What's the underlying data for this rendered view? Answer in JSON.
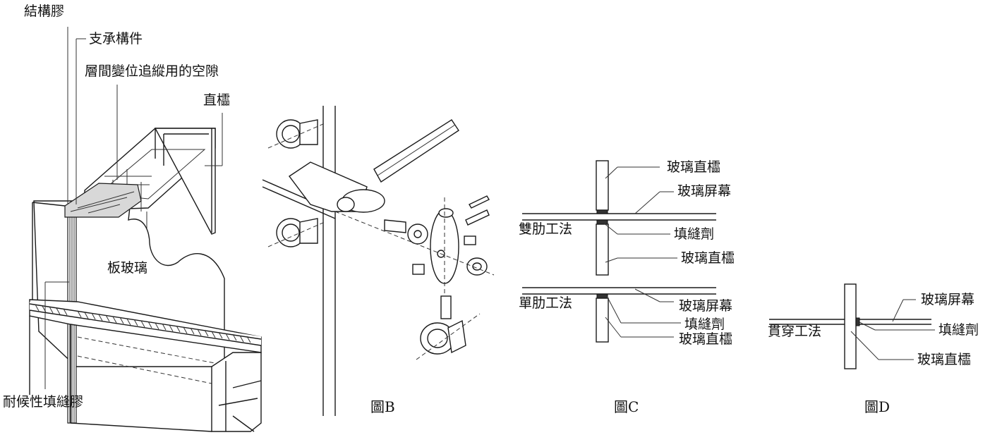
{
  "figure_a": {
    "labels": {
      "structural_sealant": "結構膠",
      "support_member": "支承構件",
      "interstory_gap": "層間變位追縱用的空隙",
      "mullion": "直櫺",
      "plate_glass": "板玻璃",
      "weather_sealant": "耐候性填縫膠"
    }
  },
  "figure_b": {
    "caption": "圖B"
  },
  "figure_c": {
    "caption": "圖C",
    "double_rib": {
      "method": "雙肋工法",
      "glass_mullion_top": "玻璃直櫺",
      "glass_curtain": "玻璃屏幕",
      "sealant": "填縫劑",
      "glass_mullion_bottom": "玻璃直櫺"
    },
    "single_rib": {
      "method": "單肋工法",
      "glass_curtain": "玻璃屏幕",
      "sealant": "填縫劑",
      "glass_mullion": "玻璃直櫺"
    }
  },
  "figure_d": {
    "caption": "圖D",
    "method": "貫穿工法",
    "glass_curtain": "玻璃屏幕",
    "sealant": "填縫劑",
    "glass_mullion": "玻璃直櫺"
  }
}
